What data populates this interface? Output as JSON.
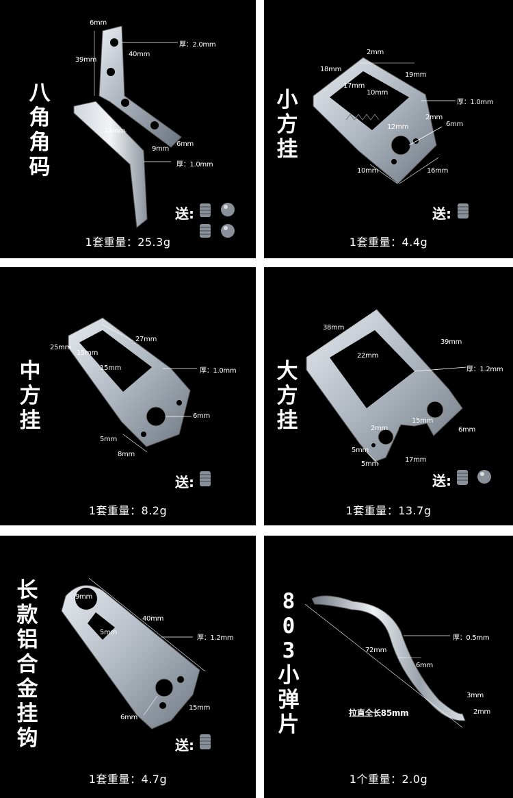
{
  "panels": [
    {
      "title": "八角角码",
      "weight": "1套重量：25.3g",
      "gift": "送:",
      "dims": [
        "6mm",
        "厚：2.0mm",
        "39mm",
        "40mm",
        "13mm",
        "9mm",
        "6mm",
        "厚：1.0mm"
      ]
    },
    {
      "title": "小方挂",
      "weight": "1套重量：4.4g",
      "gift": "送:",
      "dims": [
        "2mm",
        "18mm",
        "19mm",
        "17mm",
        "10mm",
        "厚：1.0mm",
        "2mm",
        "6mm",
        "12mm",
        "10mm",
        "16mm"
      ]
    },
    {
      "title": "中方挂",
      "weight": "1套重量：8.2g",
      "gift": "送:",
      "dims": [
        "25mm",
        "27mm",
        "15mm",
        "15mm",
        "厚：1.0mm",
        "6mm",
        "5mm",
        "8mm"
      ]
    },
    {
      "title": "大方挂",
      "weight": "1套重量：13.7g",
      "gift": "送:",
      "dims": [
        "38mm",
        "39mm",
        "22mm",
        "厚：1.2mm",
        "2mm",
        "15mm",
        "6mm",
        "5mm",
        "5mm",
        "17mm"
      ]
    },
    {
      "title": "长款铝合金挂钩",
      "weight": "1套重量：4.7g",
      "gift": "送:",
      "dims": [
        "9mm",
        "5mm",
        "40mm",
        "厚：1.2mm",
        "6mm",
        "15mm"
      ]
    },
    {
      "title_num": "803",
      "title": "小弹片",
      "weight": "1个重量：2.0g",
      "straight": "拉直全长85mm",
      "dims": [
        "厚：0.5mm",
        "72mm",
        "6mm",
        "3mm",
        "2mm"
      ]
    }
  ]
}
